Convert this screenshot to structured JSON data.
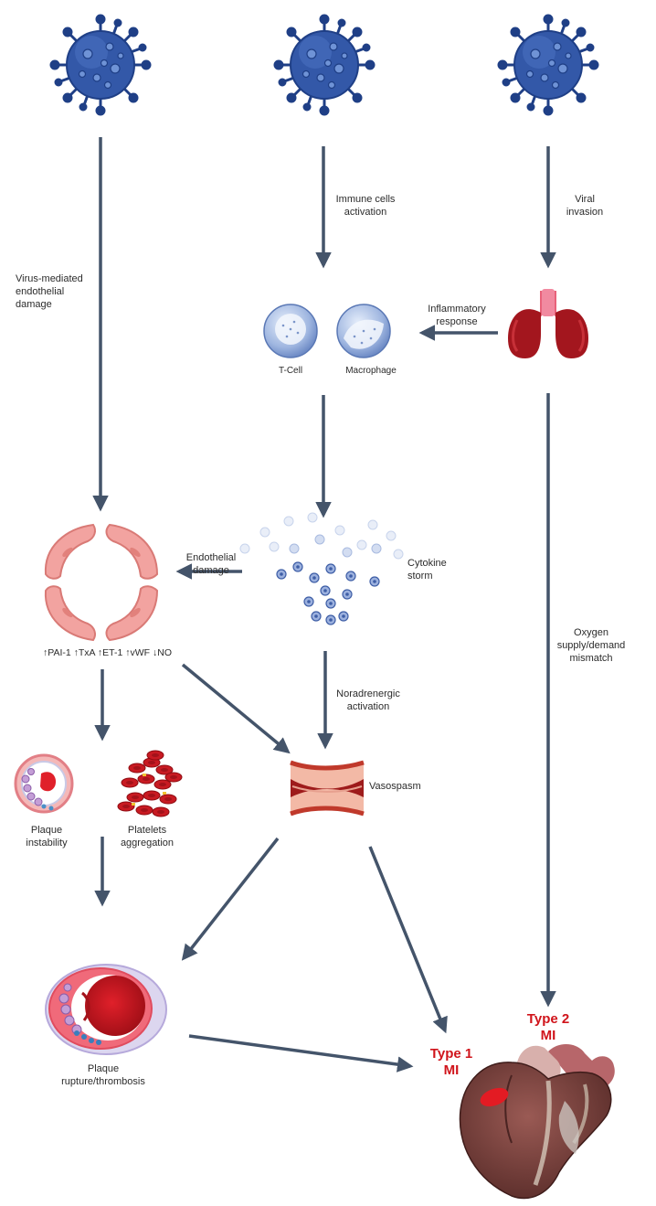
{
  "labels": {
    "virus_mediated": "Virus-mediated\nendothelial\ndamage",
    "immune_activation": "Immune cells\nactivation",
    "viral_invasion": "Viral\ninvasion",
    "inflammatory_response": "Inflammatory\nresponse",
    "t_cell": "T-Cell",
    "macrophage": "Macrophage",
    "endothelial_damage": "Endothelial\ndamage",
    "cytokine_storm": "Cytokine\nstorm",
    "markers": "↑PAI-1 ↑TxA ↑ET-1 ↑vWF ↓NO",
    "noradrenergic": "Noradrenergic\nactivation",
    "oxygen_mismatch": "Oxygen\nsupply/demand\nmismatch",
    "vasospasm": "Vasospasm",
    "plaque_instability": "Plaque\ninstability",
    "platelets_aggregation": "Platelets\naggregation",
    "plaque_rupture": "Plaque\nrupture/thrombosis",
    "type1_mi": "Type 1\nMI",
    "type2_mi": "Type 2\nMI"
  },
  "colors": {
    "arrow": "#44546a",
    "virus": "#3358a8",
    "virus_dark": "#1f3f86",
    "mi_text": "#d0141b",
    "endothelial_cell": "#f2a3a0",
    "lung": "#a3161e"
  },
  "icons": {
    "virus": "coronavirus-icon",
    "lungs": "lungs-icon",
    "heart": "heart-icon",
    "t_cell": "t-cell-icon",
    "macrophage": "macrophage-icon",
    "vessel": "vasospasm-vessel-icon",
    "platelets": "platelets-icon"
  }
}
